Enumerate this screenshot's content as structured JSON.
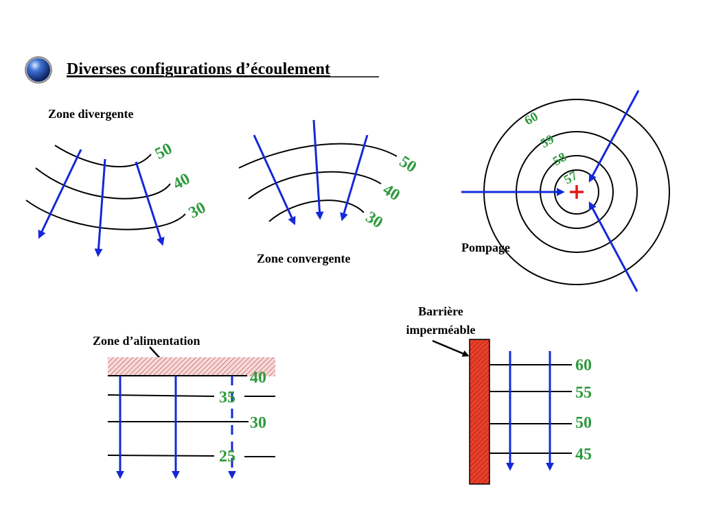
{
  "title": "Diverses configurations d’écoulement",
  "colors": {
    "flow": "#1428d8",
    "isoline": "#000000",
    "label": "#2e9a3e",
    "pump": "#e01818",
    "barrier": "#e8402a"
  },
  "icons": {
    "bullet": "blue-sphere-icon",
    "pump_marker": "plus-icon"
  },
  "divergent": {
    "label": "Zone divergente",
    "isolines": [
      "50",
      "40",
      "30"
    ]
  },
  "convergent": {
    "label": "Zone convergente",
    "isolines": [
      "50",
      "40",
      "30"
    ]
  },
  "pumping": {
    "label": "Pompage",
    "isolines": [
      "60",
      "59",
      "58",
      "57"
    ]
  },
  "recharge": {
    "label": "Zone d’alimentation",
    "isolines": [
      "40",
      "35",
      "30",
      "25"
    ]
  },
  "barrier": {
    "label_line1": "Barrière",
    "label_line2": "imperméable",
    "isolines": [
      "60",
      "55",
      "50",
      "45"
    ]
  }
}
